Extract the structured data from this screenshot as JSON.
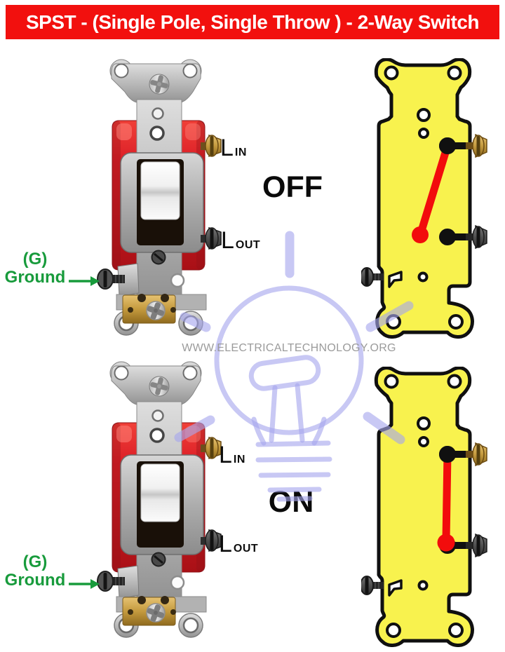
{
  "header": {
    "title": "SPST - (Single Pole, Single Throw ) - 2-Way Switch"
  },
  "watermark": {
    "site_text": "WWW.ELECTRICALTECHNOLOGY.ORG",
    "icon": "light-bulb-icon"
  },
  "rows": [
    {
      "state": "OFF",
      "terminals": {
        "top": {
          "letter": "L",
          "sub": "IN"
        },
        "bottom": {
          "letter": "L",
          "sub": "OUT"
        }
      },
      "ground": {
        "abbr": "(G)",
        "label": "Ground"
      }
    },
    {
      "state": "ON",
      "terminals": {
        "top": {
          "letter": "L",
          "sub": "IN"
        },
        "bottom": {
          "letter": "L",
          "sub": "OUT"
        }
      },
      "ground": {
        "abbr": "(G)",
        "label": "Ground"
      }
    }
  ],
  "colors": {
    "header_bg": "#f2100e",
    "header_text": "#ffffff",
    "ground_green": "#189b3c",
    "schematic_yellow": "#f8f24e",
    "schematic_outline": "#101010",
    "lever_red": "#f20c0c",
    "watermark_lavender": "#a6a6ee",
    "watermark_text_gray": "#9b9b9b",
    "state_text": "#0a0a0a"
  }
}
